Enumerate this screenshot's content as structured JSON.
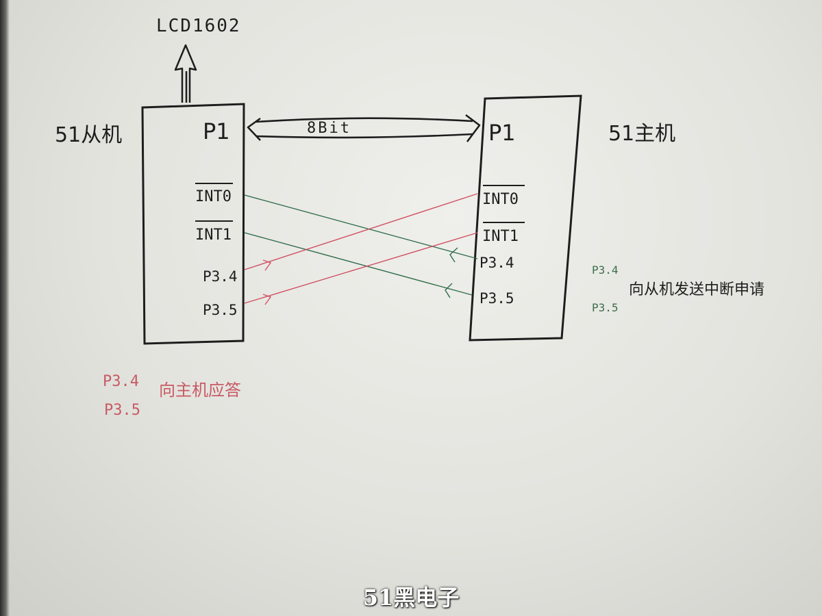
{
  "display": {
    "label": "LCD1602"
  },
  "slave": {
    "title": "51从机",
    "port_label": "P1",
    "pins": [
      "INT0",
      "INT1",
      "P3.4",
      "P3.5"
    ]
  },
  "master": {
    "title": "51主机",
    "port_label": "P1",
    "pins": [
      "INT0",
      "INT1",
      "P3.4",
      "P3.5"
    ]
  },
  "bus": {
    "label": "8Bit"
  },
  "notes": {
    "slave_reply": {
      "pins": [
        "P3.4",
        "P3.5"
      ],
      "text": "向主机应答",
      "color": "#c85a64"
    },
    "master_request": {
      "pins": [
        "P3.4",
        "P3.5"
      ],
      "text": "向从机发送中断申请",
      "color": "#3c6e4c"
    }
  },
  "colors": {
    "ink": "#1d1d1d",
    "red_wire": "#d05060",
    "green_wire": "#2f6d49"
  },
  "watermark": "51黑电子"
}
